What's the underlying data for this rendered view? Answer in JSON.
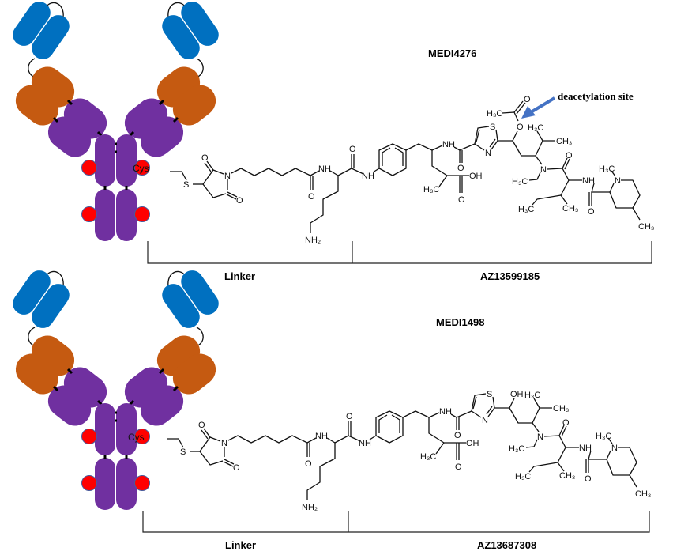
{
  "colors": {
    "variable_domain": "#0070C0",
    "constant_domain": "#C55A11",
    "heavy_chain": "#7030A0",
    "conjugation_site": "#FF0000",
    "arrow": "#4472C4"
  },
  "panels": [
    {
      "title": "MEDI4276",
      "linker_label": "Linker",
      "payload_label": "AZ13599185",
      "annotation": "deacetylation site"
    },
    {
      "title": "MEDI1498",
      "linker_label": "Linker",
      "payload_label": "AZ13687308"
    }
  ],
  "atoms": {
    "cys": "Cys",
    "s": "S",
    "o": "O",
    "n": "N",
    "nh": "NH",
    "nh2": "NH₂",
    "oh": "OH",
    "h3c": "H₃C",
    "ch3": "CH₃"
  }
}
